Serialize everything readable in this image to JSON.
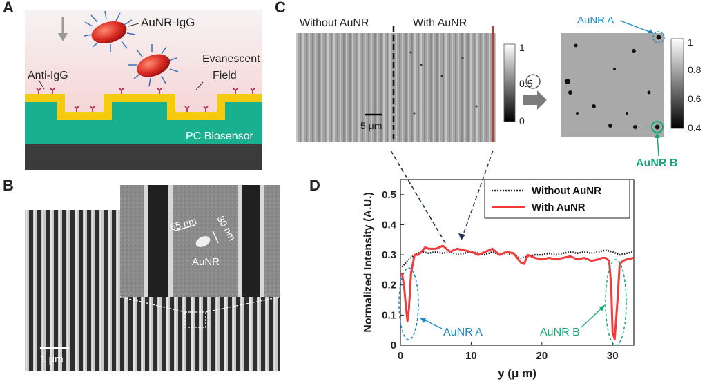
{
  "panels": {
    "a": {
      "label": "A",
      "nanorod_label": "AuNR-IgG",
      "antibody_label": "Anti-IgG",
      "field_label_line1": "Evanescent",
      "field_label_line2": "Field",
      "sensor_label": "PC Biosensor",
      "colors": {
        "gradient_top": "#f6f2f3",
        "gradient_bottom": "#f7c9c9",
        "gold": "#f5cb12",
        "substrate": "#19b08f",
        "base": "#3b3b3b",
        "antibody": "#b02050",
        "nanorod": "#d92a20"
      }
    },
    "b": {
      "label": "B",
      "dim1": "65 nm",
      "dim2": "30 nm",
      "particle_label": "AuNR",
      "scalebar": "1 μm"
    },
    "c": {
      "label": "C",
      "title_left": "Without AuNR",
      "title_right": "With AuNR",
      "scalebar": "5 μm",
      "colorbar1_ticks": [
        "1",
        "0.5",
        "0"
      ],
      "minus_symbol": "-",
      "colorbar2_ticks": [
        "1",
        "0.8",
        "0.6",
        "0.4"
      ],
      "annot_a": "AuNR A",
      "annot_b": "AuNR B",
      "colors": {
        "blue": "#1a88c9",
        "green": "#10a878",
        "red": "#e02b2b"
      }
    },
    "d": {
      "label": "D",
      "annot_a": "AuNR A",
      "annot_b": "AuNR B"
    }
  },
  "chart_data": {
    "type": "line",
    "xlabel": "y (μ m)",
    "ylabel": "Normalized Intensity (A.U.)",
    "xlim": [
      0,
      33
    ],
    "ylim": [
      0,
      0.55
    ],
    "xticks": [
      "0",
      "10",
      "20",
      "30"
    ],
    "yticks": [
      "0",
      "0.1",
      "0.2",
      "0.3",
      "0.4",
      "0.5"
    ],
    "legend_position": "top-right",
    "series": [
      {
        "name": "Without AuNR",
        "color": "#222222",
        "style": "dotted",
        "x": [
          0.2,
          0.6,
          1.0,
          1.5,
          2,
          3,
          4,
          5,
          6,
          7,
          8,
          9,
          10,
          11,
          12,
          13,
          14,
          15,
          16,
          17,
          18,
          19,
          20,
          21,
          22,
          23,
          24,
          25,
          26,
          27,
          28,
          29,
          30,
          31,
          32,
          33
        ],
        "y": [
          0.26,
          0.27,
          0.28,
          0.29,
          0.3,
          0.31,
          0.305,
          0.31,
          0.305,
          0.31,
          0.3,
          0.305,
          0.31,
          0.305,
          0.3,
          0.31,
          0.3,
          0.305,
          0.3,
          0.29,
          0.295,
          0.3,
          0.3,
          0.305,
          0.3,
          0.305,
          0.31,
          0.305,
          0.31,
          0.305,
          0.31,
          0.315,
          0.31,
          0.3,
          0.305,
          0.31
        ]
      },
      {
        "name": "With AuNR",
        "color": "#f03c3c",
        "style": "solid",
        "x": [
          0.2,
          0.5,
          0.8,
          1.0,
          1.2,
          1.5,
          2,
          2.5,
          3,
          3.5,
          4,
          5,
          6,
          7,
          8,
          9,
          10,
          11,
          12,
          13,
          14,
          15,
          16,
          17,
          17.5,
          18,
          19,
          20,
          21,
          22,
          23,
          24,
          25,
          26,
          27,
          28,
          28.5,
          29,
          29.5,
          29.8,
          30,
          30.3,
          30.7,
          31,
          31.5,
          32,
          33
        ],
        "y": [
          0.24,
          0.2,
          0.12,
          0.08,
          0.12,
          0.24,
          0.3,
          0.3,
          0.31,
          0.325,
          0.32,
          0.32,
          0.33,
          0.31,
          0.32,
          0.315,
          0.31,
          0.3,
          0.31,
          0.32,
          0.3,
          0.31,
          0.305,
          0.275,
          0.27,
          0.3,
          0.29,
          0.285,
          0.29,
          0.285,
          0.29,
          0.295,
          0.285,
          0.29,
          0.28,
          0.285,
          0.29,
          0.29,
          0.28,
          0.2,
          0.04,
          0.02,
          0.15,
          0.27,
          0.28,
          0.285,
          0.29
        ]
      }
    ]
  }
}
